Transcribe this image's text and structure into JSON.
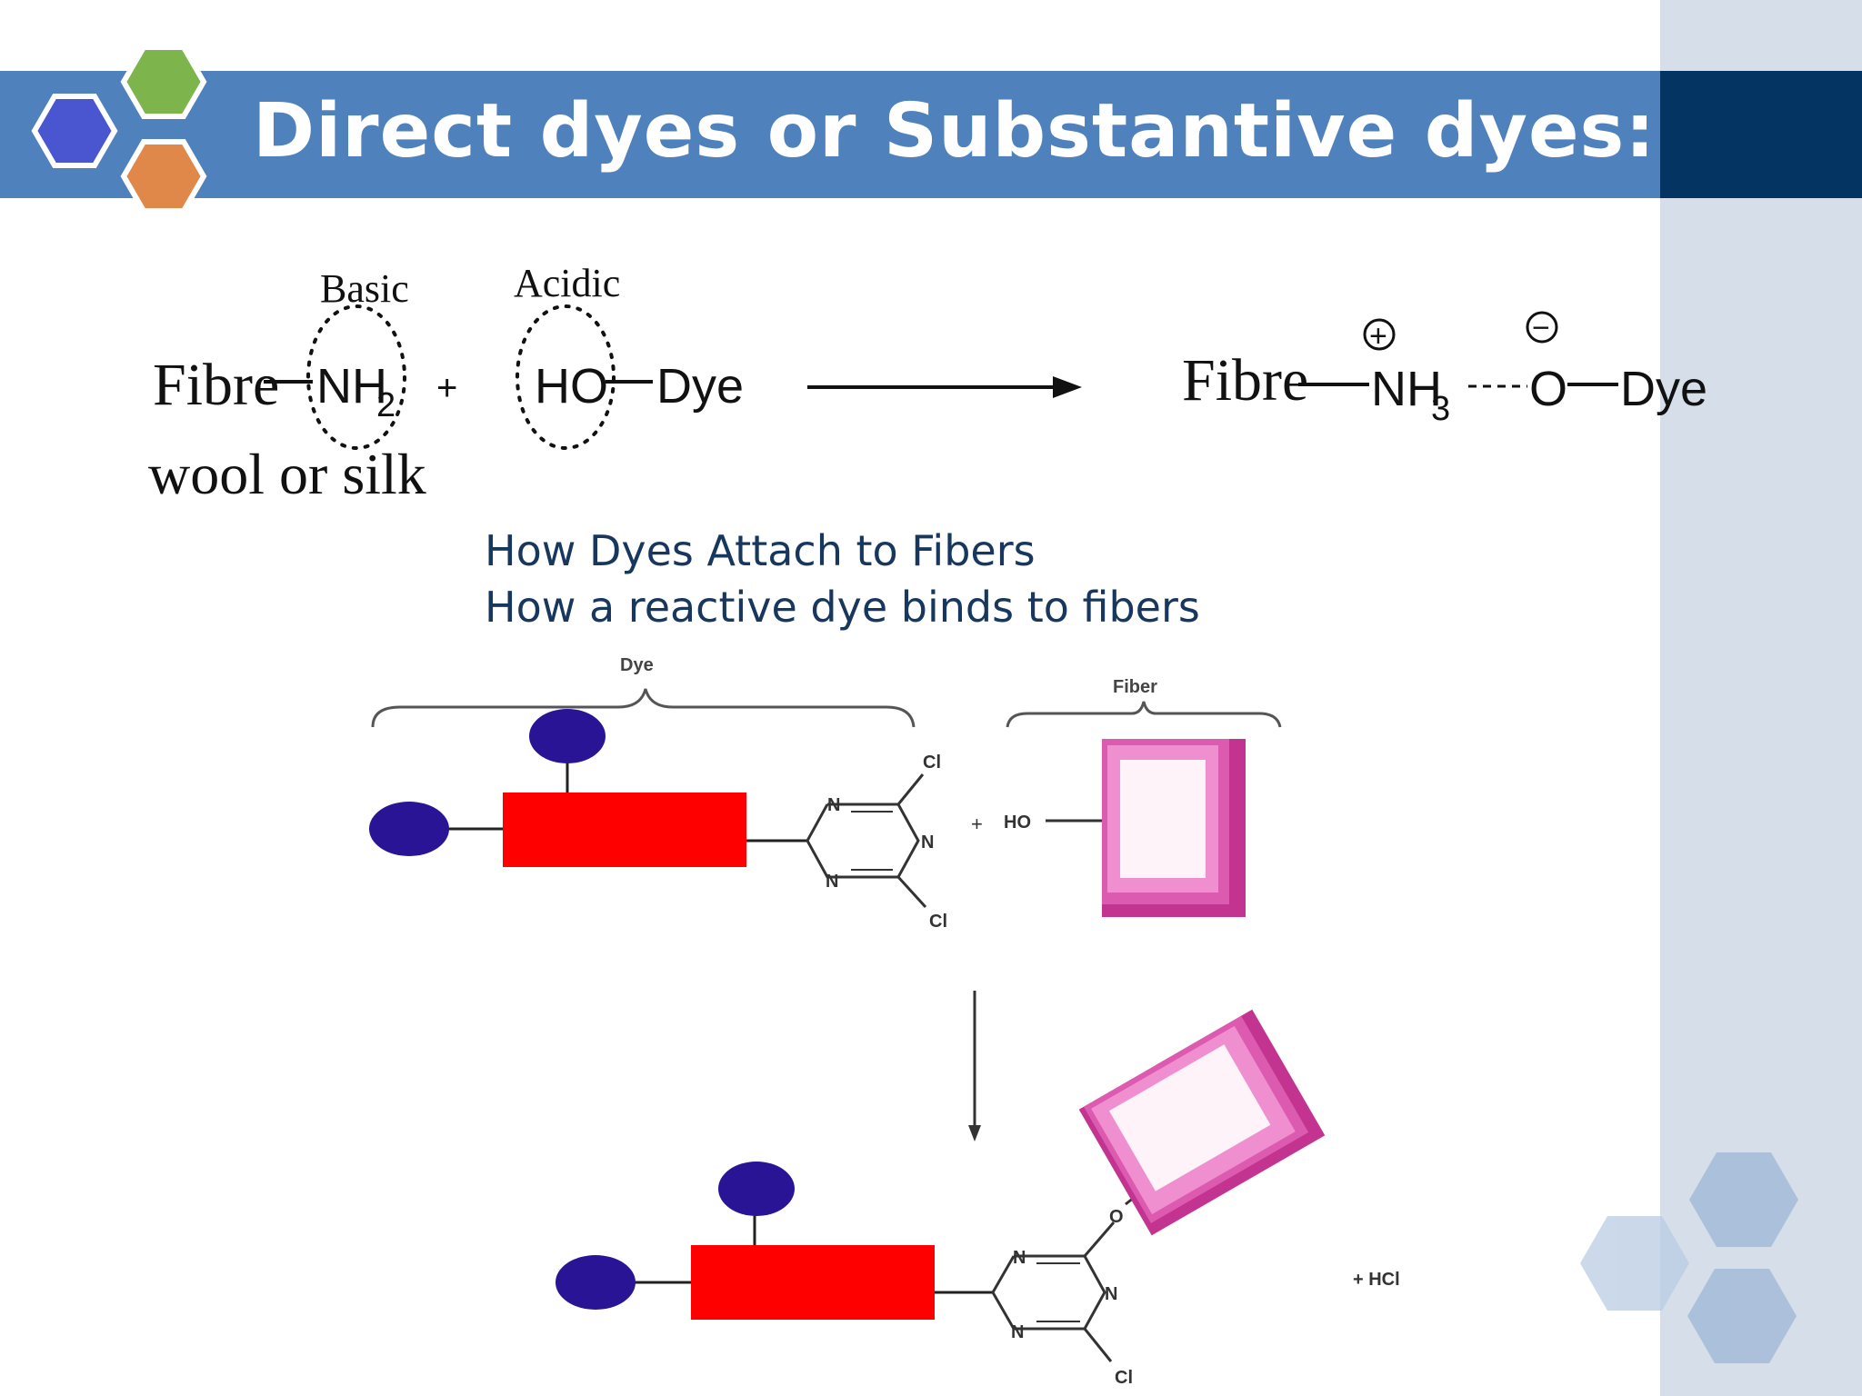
{
  "slide": {
    "title": "Direct dyes or Substantive dyes:",
    "colors": {
      "title_bar": "#4f81bd",
      "title_bar_dark": "#033462",
      "side_panel": "#d6dfe9",
      "caption_text": "#17375e",
      "hex_blue": "#4a55d0",
      "hex_green": "#7db44b",
      "hex_orange": "#e0874a"
    }
  },
  "equation": {
    "reactant_fibre": "Fibre",
    "reactant_group": "NH",
    "reactant_group_sub": "2",
    "label_basic": "Basic",
    "label_fibre_type": "wool or silk",
    "plus": "+",
    "dye_group": "HO",
    "dye_name": "Dye",
    "label_acidic": "Acidic",
    "product_fibre": "Fibre",
    "product_group": "NH",
    "product_group_sub": "3",
    "product_oxygen": "O",
    "product_dye": "Dye",
    "positive_charge": "+",
    "negative_charge": "−"
  },
  "captions": [
    "How Dyes Attach to Fibers",
    "How a reactive dye binds to fibers"
  ],
  "reactive_diagram": {
    "label_dye": "Dye",
    "label_fiber": "Fiber",
    "plus": "+",
    "ho_label": "HO",
    "cl_top": "Cl",
    "cl_bottom": "Cl",
    "n1": "N",
    "n2": "N",
    "n3": "N",
    "product_n1": "N",
    "product_n2": "N",
    "product_n3": "N",
    "product_cl": "Cl",
    "product_o": "O",
    "byproduct": "+ HCl",
    "colors": {
      "dye_body": "#ff0000",
      "dye_group": "#2a1496",
      "fiber_outer": "#c2348f",
      "fiber_mid": "#e86bbf",
      "fiber_inner": "#fdf3f8"
    }
  }
}
